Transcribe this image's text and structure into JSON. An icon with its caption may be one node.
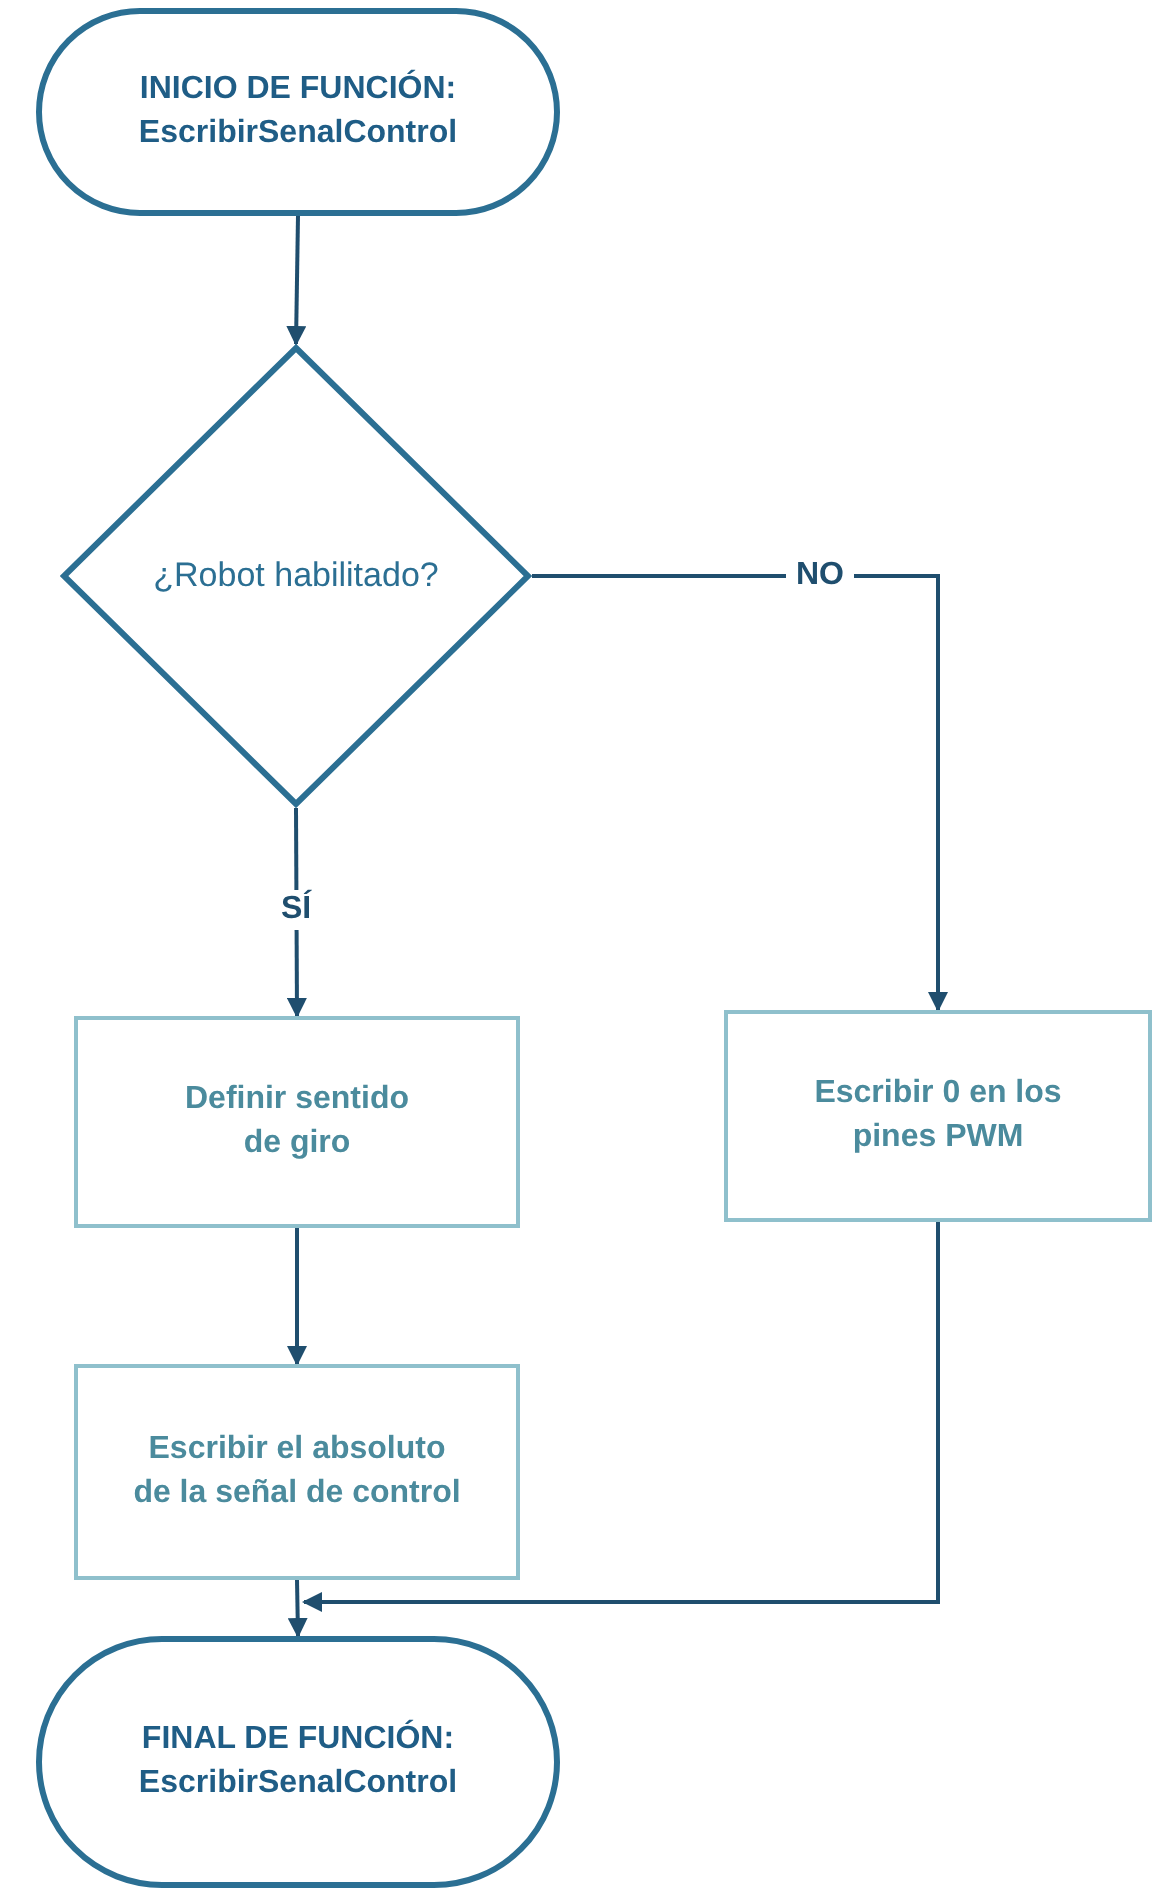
{
  "diagram": {
    "nodes": [
      {
        "text": [
          "INICIO DE FUNCIÓN: EscribirSenalControl"
        ]
      },
      {
        "text": [
          "¿Robot habilitado?"
        ]
      },
      {
        "text": [
          "Definir sentido de giro"
        ]
      },
      {
        "text": [
          "Escribir 0 en los pines PWM"
        ]
      },
      {
        "text": [
          "Escribir el absoluto de la señal de control"
        ]
      },
      {
        "text": [
          "FINAL DE FUNCIÓN: EscribirSenalControl"
        ]
      }
    ],
    "edges": [
      {
        "from": 0,
        "to": 1,
        "arrow": "to"
      },
      {
        "from": 1,
        "to": 2,
        "label": "SÍ",
        "arrow": "to"
      },
      {
        "from": 1,
        "to": 3,
        "label": "NO",
        "arrow": "to"
      },
      {
        "from": 2,
        "to": 4,
        "arrow": "to"
      },
      {
        "from": 4,
        "to": 5,
        "arrow": "to"
      },
      {
        "from": 3,
        "to": 5,
        "arrow": "to"
      }
    ]
  }
}
